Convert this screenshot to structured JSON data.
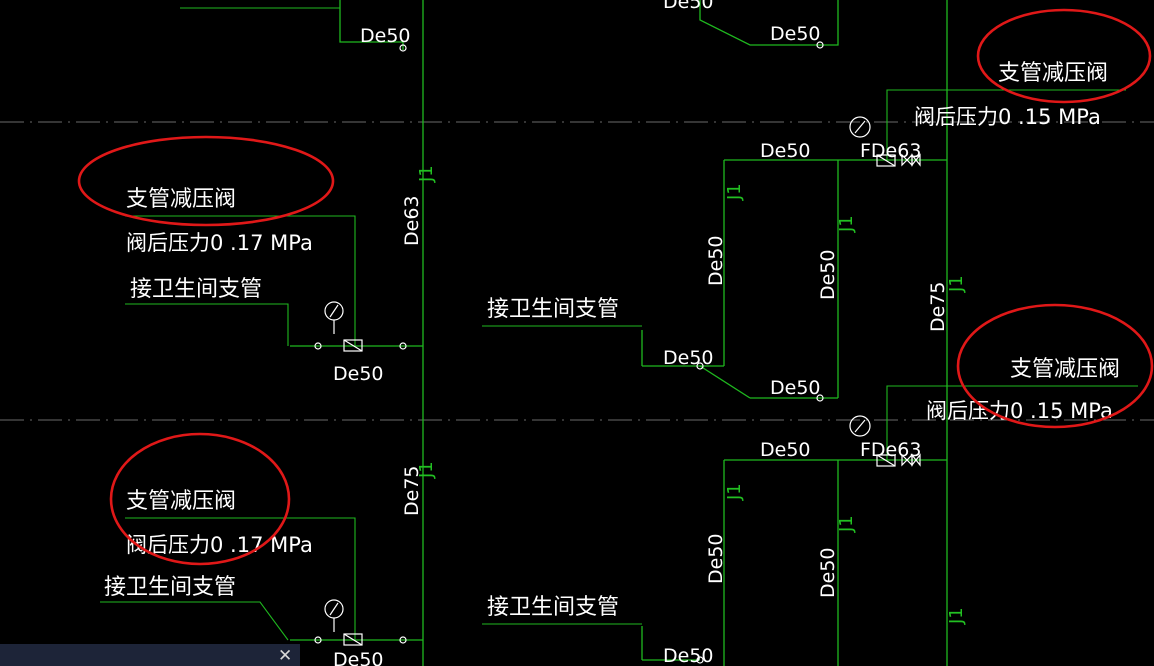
{
  "annotations": {
    "branch_prv": "支管减压阀",
    "after_pressure_017": "阀后压力0 .17 MPa",
    "after_pressure_015": "阀后压力0 .15 MPa",
    "toilet_branch": "接卫生间支管"
  },
  "pipe_sizes": {
    "de50": "De50",
    "de63": "De63",
    "de75": "De75",
    "fde63": "FDe63"
  },
  "pipe_tag": "J1",
  "colors": {
    "background": "#000000",
    "pipe": "#1fb81f",
    "text": "#ffffff",
    "highlight": "#e01818"
  },
  "statusbar": {
    "close_icon": "close-icon"
  }
}
